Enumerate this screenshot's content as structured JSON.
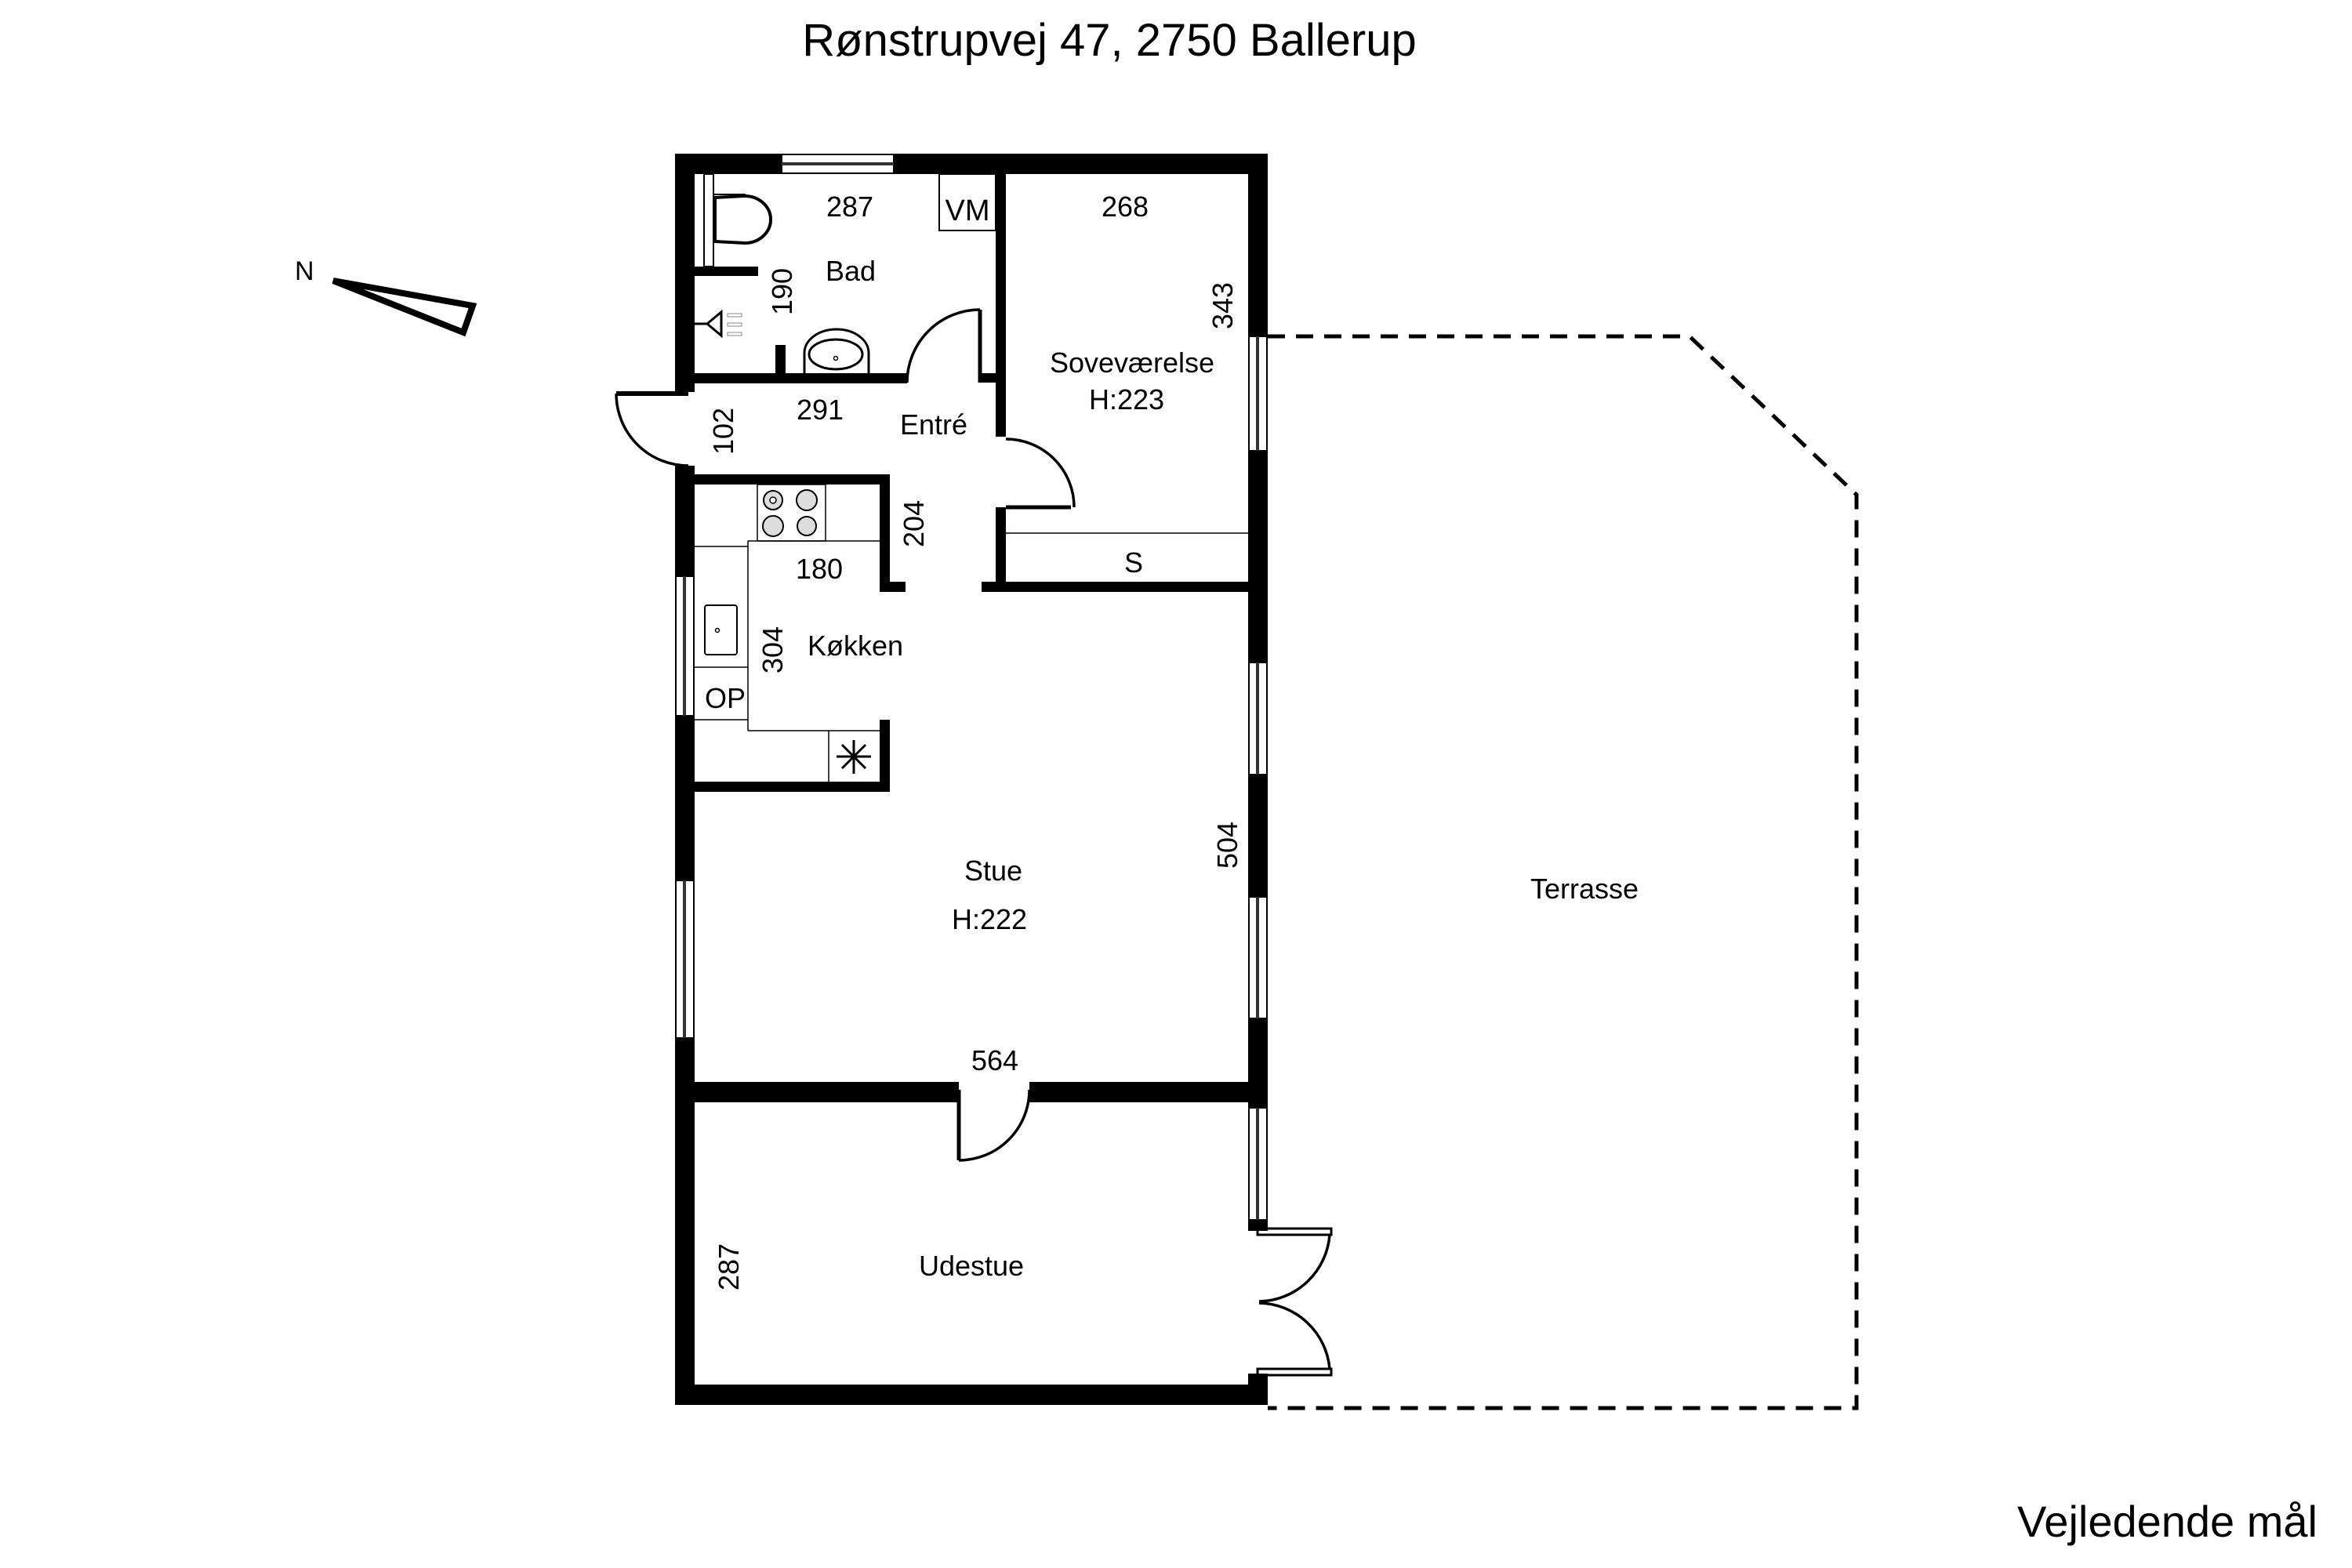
{
  "header": {
    "title": "Rønstrupvej 47, 2750 Ballerup"
  },
  "footer": {
    "note": "Vejledende mål"
  },
  "compass": {
    "label": "N",
    "icon": "north-arrow-icon"
  },
  "rooms": [
    {
      "id": "bad",
      "name": "Bad",
      "width": "287",
      "depth": "190"
    },
    {
      "id": "entre",
      "name": "Entré",
      "width": "291",
      "depth": "102"
    },
    {
      "id": "sovevaerelse",
      "name": "Soveværelse",
      "height": "H:223",
      "width": "268",
      "depth": "343"
    },
    {
      "id": "koekken",
      "name": "Køkken",
      "width": "180",
      "depth": "304",
      "extra_depth": "204"
    },
    {
      "id": "stue",
      "name": "Stue",
      "height": "H:222",
      "width": "564",
      "depth": "504"
    },
    {
      "id": "udestue",
      "name": "Udestue",
      "depth": "287"
    },
    {
      "id": "terrasse",
      "name": "Terrasse"
    }
  ],
  "fixtures": {
    "washing_machine": "VM",
    "closet": "S",
    "dishwasher": "OP",
    "toilet_icon": "toilet-icon",
    "shower_icon": "shower-icon",
    "washbasin_icon": "washbasin-icon",
    "hob_icon": "hob-icon",
    "sink_icon": "sink-icon",
    "freezer_icon": "freezer-icon"
  },
  "labels": {
    "bad_name": "Bad",
    "bad_w": "287",
    "bad_d": "190",
    "vm": "VM",
    "entre_name": "Entré",
    "entre_w": "291",
    "entre_d": "102",
    "sove_name": "Soveværelse",
    "sove_h": "H:223",
    "sove_w": "268",
    "sove_d": "343",
    "closet": "S",
    "kok_name": "Køkken",
    "kok_w": "180",
    "kok_d": "304",
    "kok_d2": "204",
    "op": "OP",
    "stue_name": "Stue",
    "stue_h": "H:222",
    "stue_w": "564",
    "stue_d": "504",
    "ude_name": "Udestue",
    "ude_d": "287",
    "terrasse": "Terrasse",
    "north": "N"
  }
}
